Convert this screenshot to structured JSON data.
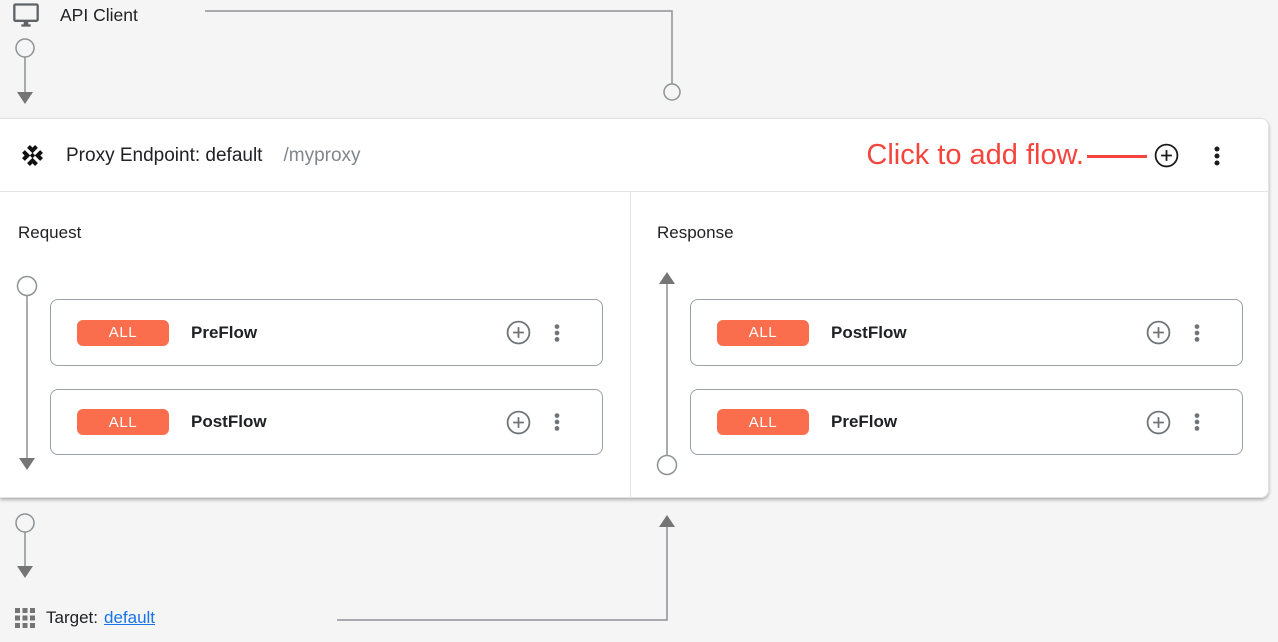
{
  "colors": {
    "badge_orange": "#fa6e4e",
    "annotation_red": "#f4453c",
    "link_blue": "#1a73e8",
    "connector_gray": "#8f9295",
    "background_gray": "#f5f5f5"
  },
  "icons": {
    "api_client": "monitor-icon",
    "proxy_endpoint": "converge-arrows-icon",
    "add_flow": "plus-circle-icon",
    "more_menu": "kebab-menu-icon",
    "target": "grid-icon"
  },
  "api_client": {
    "label": "API Client"
  },
  "proxy_endpoint": {
    "title": "Proxy Endpoint: default",
    "base_path": "/myproxy",
    "annotation": "Click to add flow.",
    "request": {
      "label": "Request",
      "flows": [
        {
          "condition": "ALL",
          "name": "PreFlow"
        },
        {
          "condition": "ALL",
          "name": "PostFlow"
        }
      ]
    },
    "response": {
      "label": "Response",
      "flows": [
        {
          "condition": "ALL",
          "name": "PostFlow"
        },
        {
          "condition": "ALL",
          "name": "PreFlow"
        }
      ]
    }
  },
  "target": {
    "label": "Target:",
    "link": "default"
  }
}
